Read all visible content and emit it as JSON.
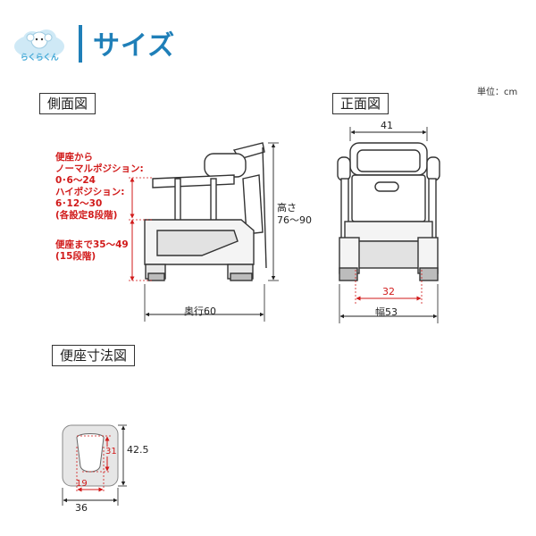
{
  "header": {
    "brand": "らくらくん",
    "title": "サイズ",
    "unit_label": "単位：cm"
  },
  "side_view": {
    "label": "側面図",
    "seat_from_heading": "便座から",
    "normal_position_heading": "ノーマルポジション:",
    "normal_position_values": "0･6～24",
    "high_position_heading": "ハイポジション:",
    "high_position_values": "6･12～30",
    "steps_note": "(各設定8段階)",
    "seat_height_label": "便座まで35～49",
    "seat_height_steps": "(15段階)",
    "height_label": "高さ",
    "height_value": "76～90",
    "depth_label": "奥行60"
  },
  "front_view": {
    "label": "正面図",
    "top_width": "41",
    "inner_width": "32",
    "width_label": "幅53"
  },
  "seat_view": {
    "label": "便座寸法図",
    "opening_height": "31",
    "overall_length": "42.5",
    "opening_width": "19",
    "overall_width": "36"
  },
  "colors": {
    "accent_blue": "#1f7fb8",
    "dimension_red": "#d11a1a",
    "line_dark": "#333333",
    "seat_gray": "#e6e6e6"
  }
}
